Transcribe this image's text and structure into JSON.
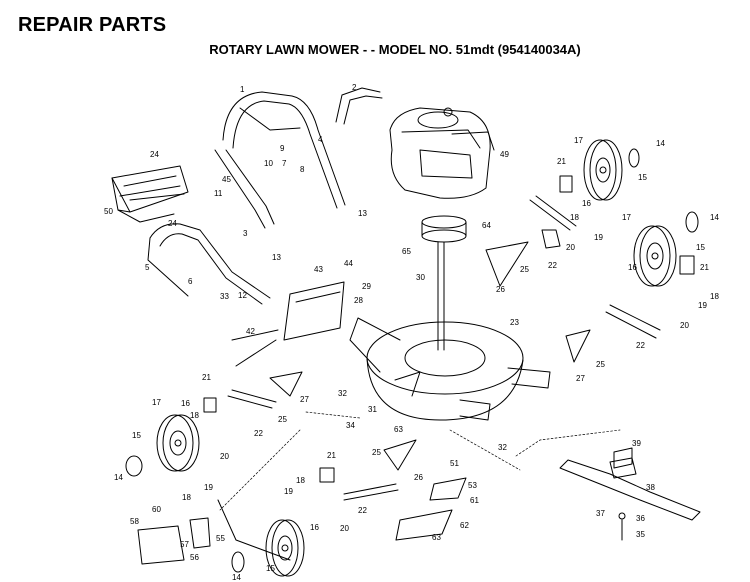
{
  "header": {
    "title": "REPAIR PARTS",
    "subtitle": "ROTARY LAWN MOWER - - MODEL NO. 51mdt (954140034A)"
  },
  "callouts": [
    {
      "id": "c1",
      "text": "1"
    },
    {
      "id": "c2",
      "text": "2"
    },
    {
      "id": "c4",
      "text": "4"
    },
    {
      "id": "c24a",
      "text": "24"
    },
    {
      "id": "c9",
      "text": "9"
    },
    {
      "id": "c7",
      "text": "7"
    },
    {
      "id": "c8",
      "text": "8"
    },
    {
      "id": "c10",
      "text": "10"
    },
    {
      "id": "c45",
      "text": "45"
    },
    {
      "id": "c11",
      "text": "11"
    },
    {
      "id": "c50",
      "text": "50"
    },
    {
      "id": "c24b",
      "text": "24"
    },
    {
      "id": "c49",
      "text": "49"
    },
    {
      "id": "c17a",
      "text": "17"
    },
    {
      "id": "c14a",
      "text": "14"
    },
    {
      "id": "c21a",
      "text": "21"
    },
    {
      "id": "c15a",
      "text": "15"
    },
    {
      "id": "c16a",
      "text": "16"
    },
    {
      "id": "c18a",
      "text": "18"
    },
    {
      "id": "c19a",
      "text": "19"
    },
    {
      "id": "c13a",
      "text": "13"
    },
    {
      "id": "c3",
      "text": "3"
    },
    {
      "id": "c13b",
      "text": "13"
    },
    {
      "id": "c64",
      "text": "64"
    },
    {
      "id": "c17b",
      "text": "17"
    },
    {
      "id": "c14b",
      "text": "14"
    },
    {
      "id": "c5",
      "text": "5"
    },
    {
      "id": "c6",
      "text": "6"
    },
    {
      "id": "c65",
      "text": "65"
    },
    {
      "id": "c22a",
      "text": "22"
    },
    {
      "id": "c20a",
      "text": "20"
    },
    {
      "id": "c15b",
      "text": "15"
    },
    {
      "id": "c16b",
      "text": "16"
    },
    {
      "id": "c43",
      "text": "43"
    },
    {
      "id": "c44",
      "text": "44"
    },
    {
      "id": "c30",
      "text": "30"
    },
    {
      "id": "c25a",
      "text": "25"
    },
    {
      "id": "c26a",
      "text": "26"
    },
    {
      "id": "c21b",
      "text": "21"
    },
    {
      "id": "c18b",
      "text": "18"
    },
    {
      "id": "c12",
      "text": "12"
    },
    {
      "id": "c33",
      "text": "33"
    },
    {
      "id": "c29",
      "text": "29"
    },
    {
      "id": "c28",
      "text": "28"
    },
    {
      "id": "c23",
      "text": "23"
    },
    {
      "id": "c19b",
      "text": "19"
    },
    {
      "id": "c20b",
      "text": "20"
    },
    {
      "id": "c42",
      "text": "42"
    },
    {
      "id": "c22b",
      "text": "22"
    },
    {
      "id": "c25b",
      "text": "25"
    },
    {
      "id": "c27a",
      "text": "27"
    },
    {
      "id": "c21c",
      "text": "21"
    },
    {
      "id": "c17c",
      "text": "17"
    },
    {
      "id": "c16c",
      "text": "16"
    },
    {
      "id": "c18c",
      "text": "18"
    },
    {
      "id": "c25c",
      "text": "25"
    },
    {
      "id": "c27b",
      "text": "27"
    },
    {
      "id": "c32a",
      "text": "32"
    },
    {
      "id": "c22c",
      "text": "22"
    },
    {
      "id": "c31",
      "text": "31"
    },
    {
      "id": "c34",
      "text": "34"
    },
    {
      "id": "c63a",
      "text": "63"
    },
    {
      "id": "c15c",
      "text": "15"
    },
    {
      "id": "c20c",
      "text": "20"
    },
    {
      "id": "c32b",
      "text": "32"
    },
    {
      "id": "c14c",
      "text": "14"
    },
    {
      "id": "c19c",
      "text": "19"
    },
    {
      "id": "c18d",
      "text": "18"
    },
    {
      "id": "c25d",
      "text": "25"
    },
    {
      "id": "c26b",
      "text": "26"
    },
    {
      "id": "c39",
      "text": "39"
    },
    {
      "id": "c51",
      "text": "51"
    },
    {
      "id": "c53",
      "text": "53"
    },
    {
      "id": "c21d",
      "text": "21"
    },
    {
      "id": "c18e",
      "text": "18"
    },
    {
      "id": "c19d",
      "text": "19"
    },
    {
      "id": "c61",
      "text": "61"
    },
    {
      "id": "c38",
      "text": "38"
    },
    {
      "id": "c60",
      "text": "60"
    },
    {
      "id": "c58",
      "text": "58"
    },
    {
      "id": "c22d",
      "text": "22"
    },
    {
      "id": "c16d",
      "text": "16"
    },
    {
      "id": "c20d",
      "text": "20"
    },
    {
      "id": "c62",
      "text": "62"
    },
    {
      "id": "c37",
      "text": "37"
    },
    {
      "id": "c36",
      "text": "36"
    },
    {
      "id": "c55",
      "text": "55"
    },
    {
      "id": "c57",
      "text": "57"
    },
    {
      "id": "c56",
      "text": "56"
    },
    {
      "id": "c63b",
      "text": "63"
    },
    {
      "id": "c35",
      "text": "35"
    },
    {
      "id": "c14d",
      "text": "14"
    },
    {
      "id": "c15d",
      "text": "15"
    }
  ]
}
